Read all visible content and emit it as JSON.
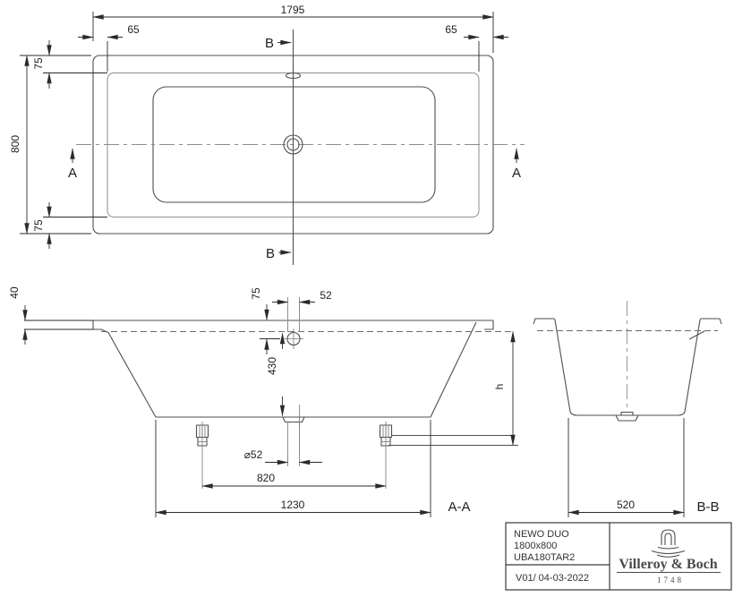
{
  "plan": {
    "dim_length": "1795",
    "dim_width": "800",
    "dim_inset_left": "65",
    "dim_inset_right": "65",
    "dim_edge_top": "75",
    "dim_edge_bottom": "75",
    "section_b_top": "B",
    "section_b_bottom": "B",
    "section_a_left": "A",
    "section_a_right": "A"
  },
  "section_aa": {
    "label": "A-A",
    "dim_rim_thickness": "40",
    "dim_overflow_drop": "75",
    "dim_overflow_width": "52",
    "dim_depth": "430",
    "dim_height": "h",
    "dim_drain_diameter": "⌀52",
    "dim_feet_spacing": "820",
    "dim_support_span": "1230"
  },
  "section_bb": {
    "label": "B-B",
    "dim_base_width": "520"
  },
  "title_block": {
    "model": "NEWO DUO",
    "size": "1800x800",
    "article": "UBA180TAR2",
    "version": "V01/ 04-03-2022",
    "brand": "Villeroy & Boch",
    "brand_year": "1748"
  }
}
